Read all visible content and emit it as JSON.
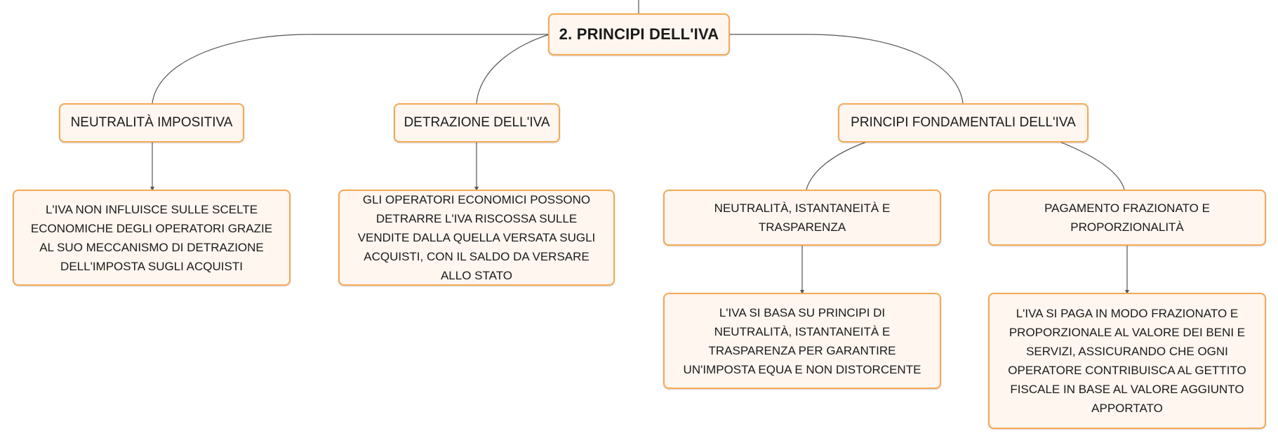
{
  "diagram": {
    "root": {
      "label": "2. PRINCIPI DELL'IVA"
    },
    "neutralita_impositiva": {
      "label": "NEUTRALITÀ IMPOSITIVA",
      "detail": "L'IVA NON INFLUISCE SULLE SCELTE ECONOMICHE DEGLI OPERATORI GRAZIE AL SUO MECCANISMO DI DETRAZIONE DELL'IMPOSTA SUGLI ACQUISTI"
    },
    "detrazione_iva": {
      "label": "DETRAZIONE DELL'IVA",
      "detail": "GLI OPERATORI ECONOMICI POSSONO DETRARRE L'IVA RISCOSSA SULLE VENDITE DALLA QUELLA VERSATA SUGLI ACQUISTI, CON IL SALDO DA VERSARE ALLO STATO"
    },
    "principi_fondamentali": {
      "label": "PRINCIPI FONDAMENTALI DELL'IVA",
      "neutralita_istantaneita": {
        "label": "NEUTRALITÀ, ISTANTANEITÀ E TRASPARENZA",
        "detail": "L'IVA SI BASA SU PRINCIPI DI NEUTRALITÀ, ISTANTANEITÀ E TRASPARENZA PER GARANTIRE UN'IMPOSTA EQUA E NON DISTORCENTE"
      },
      "pagamento_frazionato": {
        "label": "PAGAMENTO FRAZIONATO E PROPORZIONALITÀ",
        "detail": "L'IVA SI PAGA IN MODO FRAZIONATO E PROPORZIONALE AL VALORE DEI BENI E SERVIZI, ASSICURANDO CHE OGNI OPERATORE CONTRIBUISCA AL GETTITO FISCALE IN BASE AL VALORE AGGIUNTO APPORTATO"
      }
    }
  },
  "colors": {
    "node_border": "#f4a955",
    "node_fill": "#fff6ef",
    "connector": "#555555",
    "text": "#1a1a1a"
  }
}
